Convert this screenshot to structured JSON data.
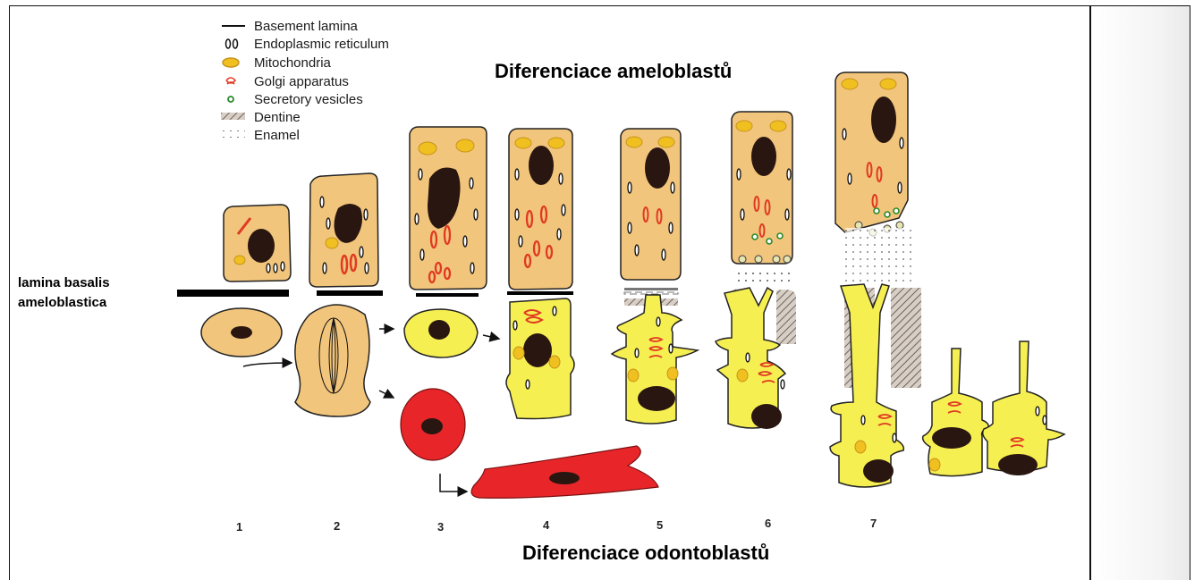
{
  "titles": {
    "top": "Diferenciace ameloblastů",
    "bottom": "Diferenciace odontoblastů"
  },
  "side_label": {
    "line1": "lamina basalis",
    "line2": "ameloblastica"
  },
  "legend": [
    {
      "icon": "basement-lamina-line-icon",
      "label": "Basement lamina"
    },
    {
      "icon": "endoplasmic-reticulum-icon",
      "label": "Endoplasmic reticulum"
    },
    {
      "icon": "mitochondria-icon",
      "label": "Mitochondria"
    },
    {
      "icon": "golgi-apparatus-icon",
      "label": "Golgi apparatus"
    },
    {
      "icon": "secretory-vesicle-icon",
      "label": "Secretory vesicles"
    },
    {
      "icon": "dentine-swatch-icon",
      "label": "Dentine"
    },
    {
      "icon": "enamel-swatch-icon",
      "label": "Enamel"
    }
  ],
  "stages": [
    "1",
    "2",
    "3",
    "4",
    "5",
    "6",
    "7"
  ],
  "colors": {
    "cell_tan": "#f2c57c",
    "cell_yellow": "#f6ef52",
    "cell_red": "#e8262a",
    "nucleus": "#2a1610",
    "golgi": "#e03a22",
    "mito": "#f0c020",
    "dentine": "#8a7a70"
  }
}
